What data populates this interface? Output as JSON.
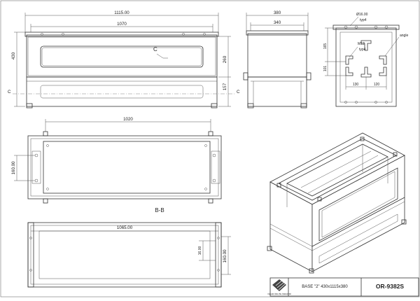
{
  "front_view": {
    "dim_total_width": "1115.00",
    "dim_inner_width": "1070",
    "dim_height": "430",
    "dim_right_upper": "260",
    "dim_right_lower": "157",
    "section_marker": "C",
    "cut_label_left": "C",
    "cut_label_right": "C"
  },
  "side_view": {
    "dim_depth": "380",
    "dim_inner_depth": "340"
  },
  "detail_view": {
    "hole_label": "Ø16.00",
    "hole_qty": "typ4",
    "angle_label": "angle",
    "thread_label": "M12",
    "thread_qty": "typ4",
    "dim_165": "165",
    "dim_101": "101",
    "dim_130": "130",
    "dim_120": "120"
  },
  "top_view": {
    "dim_width": "1020",
    "dim_depth": "160.00",
    "section_label": "B-B"
  },
  "section_view": {
    "dim_width": "1065.00",
    "dim_small": "16.00",
    "dim_height": "160.00"
  },
  "title_block": {
    "company": "YAKAR ÖRLİTE İNDASTRİ",
    "description": "BASE \"2\" 430x1115x380",
    "part_number": "OR-9382S"
  }
}
